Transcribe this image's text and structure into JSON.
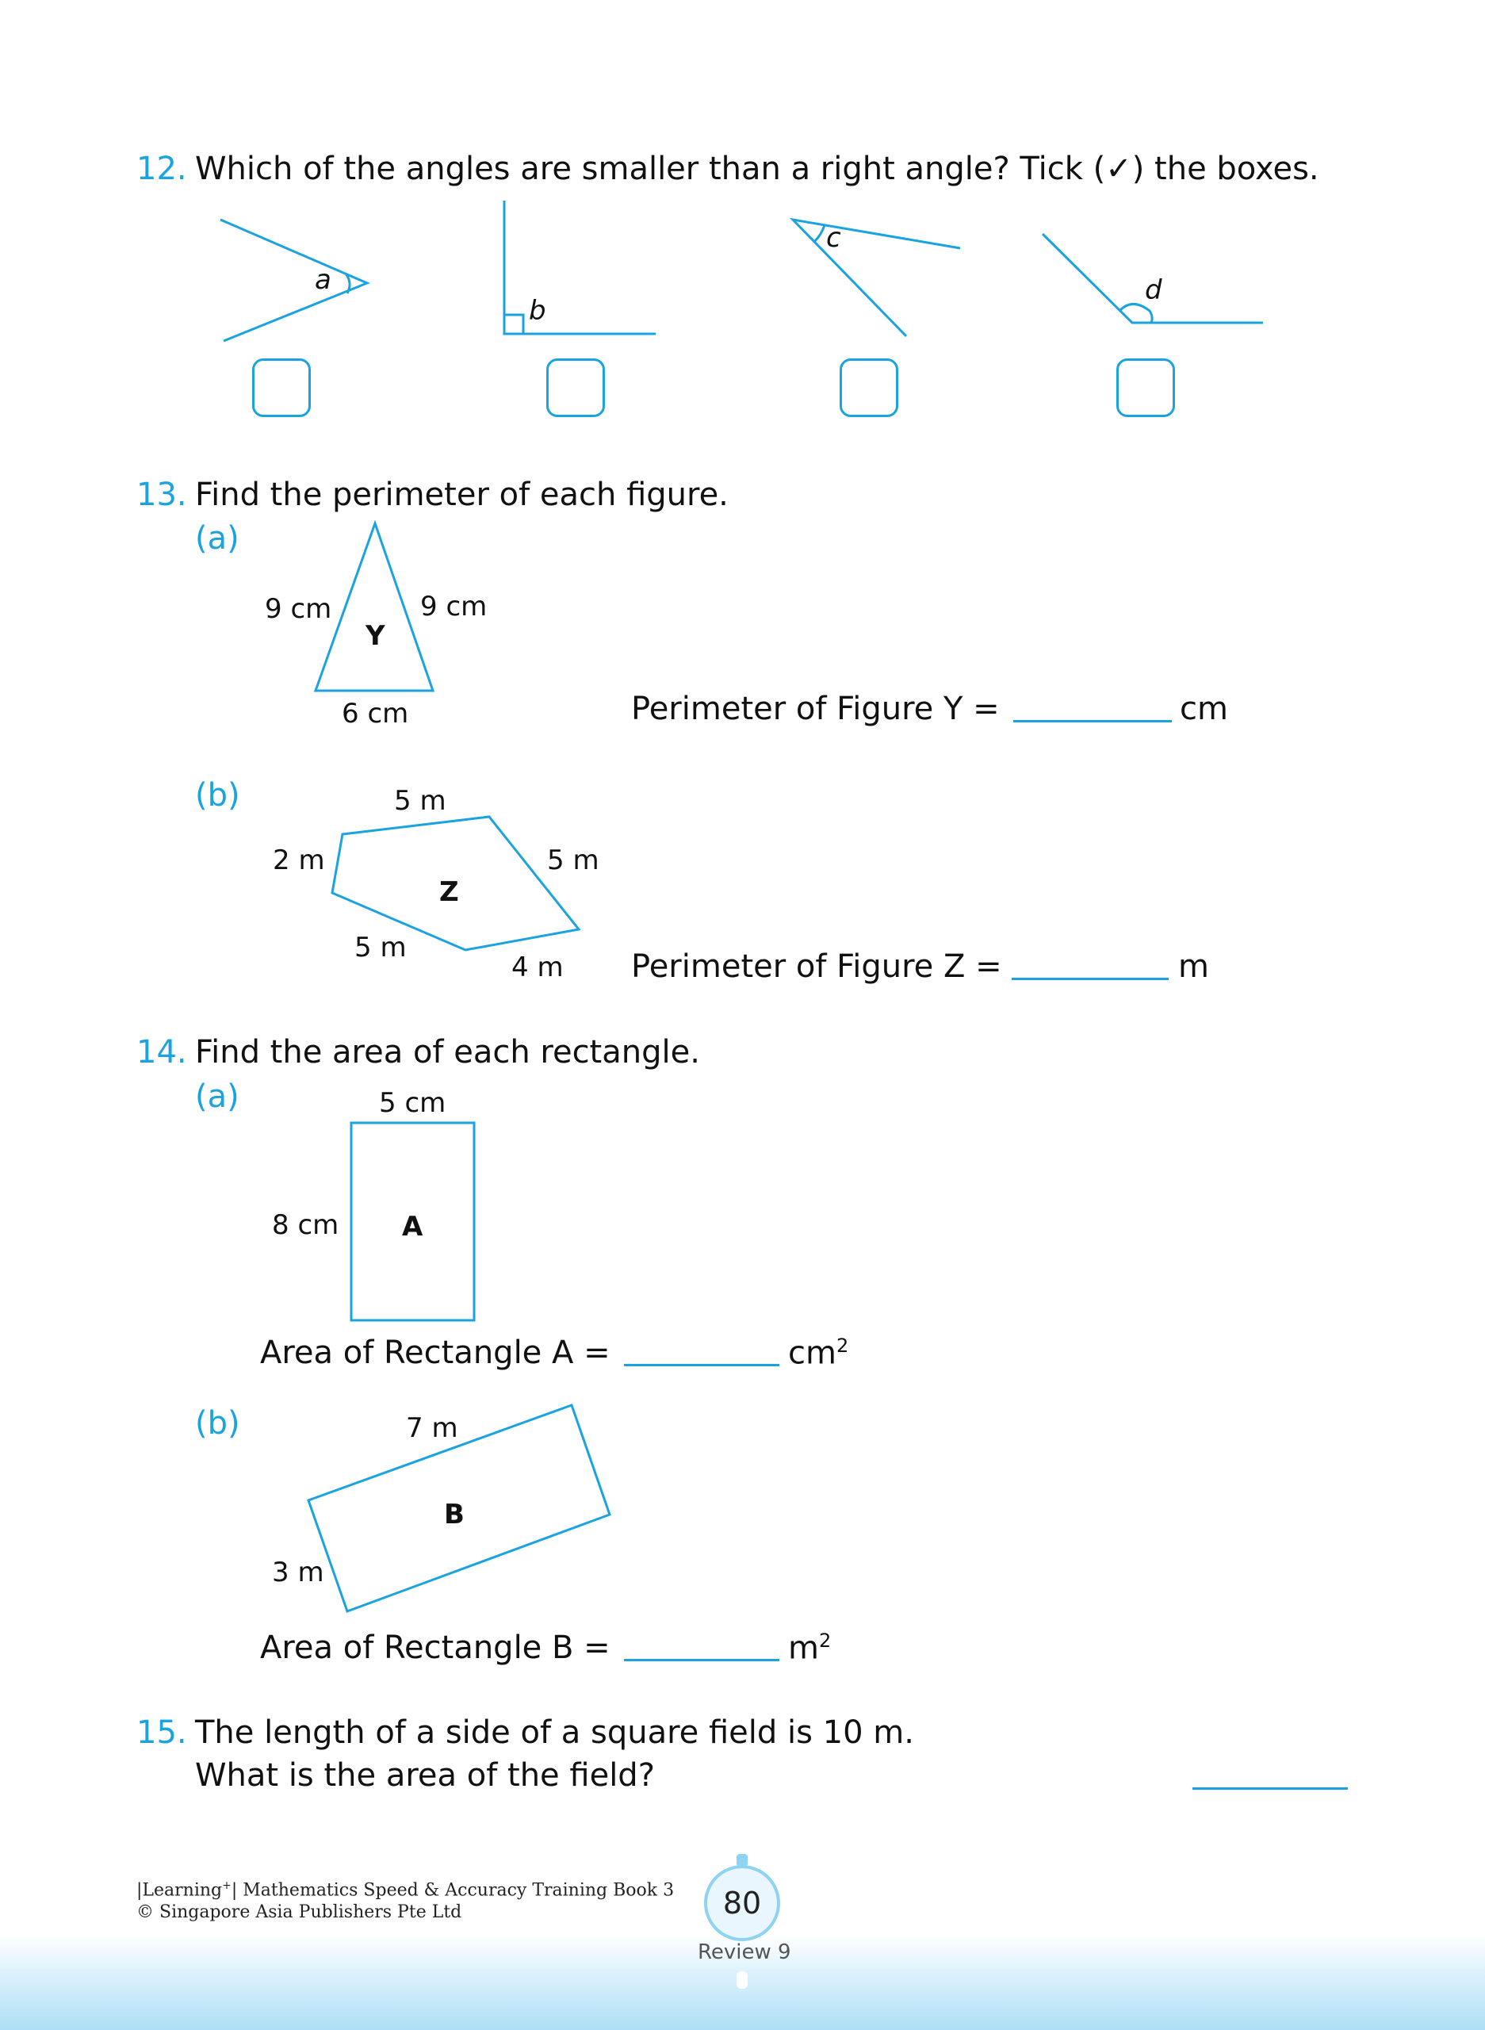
{
  "q12": {
    "number": "12.",
    "text": "Which of the angles are smaller than a right angle? Tick (✓) the boxes.",
    "angle_labels": [
      "a",
      "b",
      "c",
      "d"
    ]
  },
  "q13": {
    "number": "13.",
    "text": "Find the perimeter of each figure.",
    "a": {
      "label": "(a)",
      "side_left": "9 cm",
      "side_right": "9 cm",
      "side_bottom": "6 cm",
      "figure": "Y",
      "answer_label": "Perimeter of Figure Y =",
      "unit": "cm"
    },
    "b": {
      "label": "(b)",
      "side_top": "5 m",
      "side_left": "2 m",
      "side_right": "5 m",
      "side_bottom_left": "5 m",
      "side_bottom_right": "4 m",
      "figure": "Z",
      "answer_label": "Perimeter of Figure Z =",
      "unit": "m"
    }
  },
  "q14": {
    "number": "14.",
    "text": "Find the area of each rectangle.",
    "a": {
      "label": "(a)",
      "width": "5 cm",
      "height": "8 cm",
      "figure": "A",
      "answer_label": "Area of Rectangle A =",
      "unit": "cm",
      "unit_sup": "2"
    },
    "b": {
      "label": "(b)",
      "length": "7 m",
      "width": "3 m",
      "figure": "B",
      "answer_label": "Area of Rectangle B =",
      "unit": "m",
      "unit_sup": "2"
    }
  },
  "q15": {
    "number": "15.",
    "line1": "The length of a side of a square field is 10 m.",
    "line2": "What is the area of the field?"
  },
  "footer": {
    "line1_pre": "|Learning",
    "line1_sup": "+",
    "line1_post": "| Mathematics Speed & Accuracy Training Book 3",
    "line2": "© Singapore Asia Publishers Pte Ltd",
    "page_number": "80",
    "section": "Review 9"
  },
  "colors": {
    "accent": "#1aa3df",
    "text": "#111111"
  }
}
